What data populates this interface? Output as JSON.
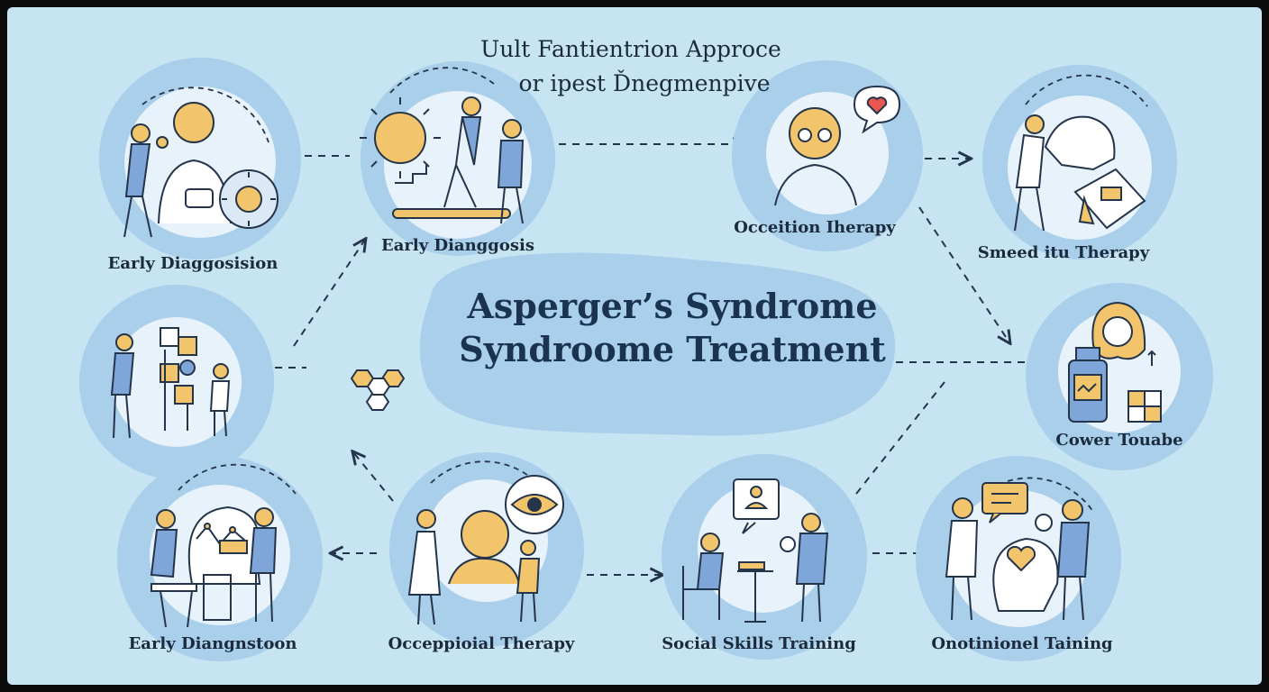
{
  "header": {
    "line1": "Uult Fantientrion Approce",
    "line2": "or ipest Ďnegmenpive"
  },
  "center": {
    "title_line1": "Asperger’s Syndrome",
    "title_line2": "Syndroome  Treatment"
  },
  "nodes": [
    {
      "id": "n1",
      "label": "Early Diaggosision",
      "icon": "doctor-patient-gear-icon"
    },
    {
      "id": "n2",
      "label": "Early Dianggosis",
      "icon": "gear-walking-support-icon"
    },
    {
      "id": "n3",
      "label": "Occeition Iherapy",
      "icon": "face-heart-bubble-icon"
    },
    {
      "id": "n4",
      "label": "Smeed itu Therapy",
      "icon": "puzzle-device-icon"
    },
    {
      "id": "n5",
      "label": "",
      "icon": "puzzle-climb-icon"
    },
    {
      "id": "n6",
      "label": "Cower Touabe",
      "icon": "woman-bottle-chart-icon"
    },
    {
      "id": "n7",
      "label": "Early Diangnstoon",
      "icon": "head-network-consult-icon"
    },
    {
      "id": "n8",
      "label": "Occeppioial Therapy",
      "icon": "eye-face-therapy-icon"
    },
    {
      "id": "n9",
      "label": "Social Skills Training",
      "icon": "chat-table-icon"
    },
    {
      "id": "n10",
      "label": "Onotinionel Taining",
      "icon": "heart-head-chat-icon"
    }
  ],
  "colors": {
    "panel": "#c6e4f2",
    "blob": "#a9cfea",
    "circle_inner": "#e8f2fa",
    "accent": "#f2c46b",
    "line": "#24344a",
    "figure_blue": "#7fa6d8",
    "heart": "#e8574e"
  }
}
